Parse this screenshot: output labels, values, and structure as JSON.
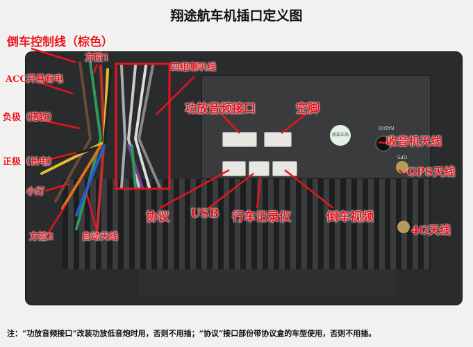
{
  "title": "翔途航车机插口定义图",
  "labels": {
    "reverse_control": "倒车控制线（棕色）",
    "steer1": "方控1",
    "acc": "ACC开悬有电",
    "speakers": "四组喇叭线",
    "ground": "负极（搭铁）",
    "amp_audio": "功放音频接口",
    "empty_pin": "空脚",
    "positive": "正极（长电）",
    "radio_antenna": "收音机天线",
    "gps_antenna": "GPS天线",
    "small_light": "小灯",
    "protocol": "协议",
    "usb": "USB",
    "dashcam": "行车记录仪",
    "reverse_video": "倒车视频",
    "antenna_4g": "4G天线",
    "steer2": "方控2",
    "auto_antenna": "自动天线"
  },
  "panel_text": {
    "radio": "RADIO",
    "gps": "GPS",
    "sticker": "原装正品"
  },
  "note": "注：“功放音频接口”改装功放低音炮时用，否则不用插；“协议”接口部份带协议盒的车型使用，否则不用插。",
  "colors": {
    "annotation": "#e8141c",
    "panel": "#2a2b2d"
  }
}
